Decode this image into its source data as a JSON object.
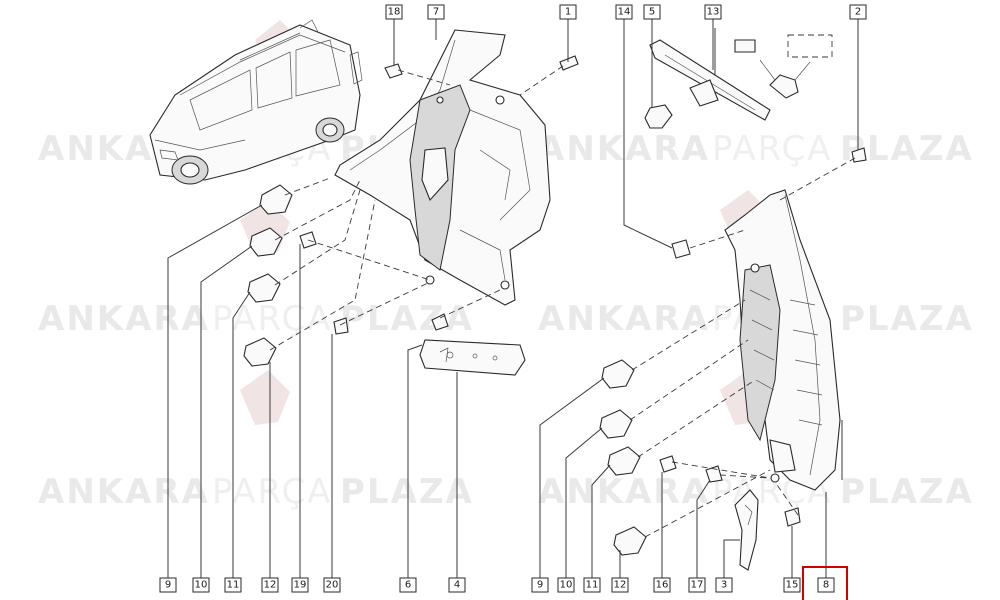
{
  "watermark": {
    "word1": "ANKARA",
    "word2": "PARÇA",
    "word3": "PLAZA"
  },
  "callouts": {
    "top": [
      "18",
      "7",
      "1",
      "14",
      "5",
      "13",
      "2"
    ],
    "bottom": [
      "9",
      "10",
      "11",
      "12",
      "19",
      "20",
      "6",
      "4",
      "9",
      "10",
      "11",
      "12",
      "16",
      "17",
      "3",
      "15",
      "8"
    ]
  },
  "highlighted_callout": "8",
  "colors": {
    "line": "#3a3a3a",
    "highlight": "#d40000",
    "watermark": "#e9e9e9"
  }
}
